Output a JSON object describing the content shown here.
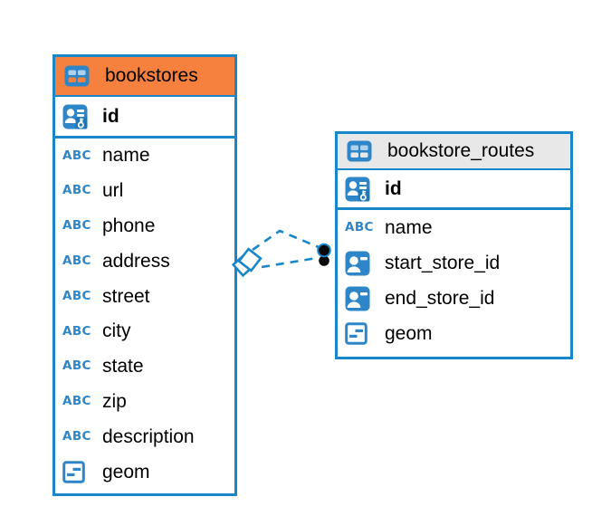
{
  "colors": {
    "accent_blue": "#1787C9",
    "icon_blue": "#2E86C8",
    "orange_header": "#F6813E",
    "gray_header": "#E8E8E8",
    "background": "#FFFFFF",
    "text": "#000000",
    "dot_black": "#0A0A0A"
  },
  "tables": [
    {
      "id": "bookstores",
      "title": "bookstores",
      "header_color": "#F6813E",
      "columns": [
        {
          "label": "id",
          "icon": "primary-key",
          "bold": true
        },
        {
          "label": "name",
          "icon": "text"
        },
        {
          "label": "url",
          "icon": "text"
        },
        {
          "label": "phone",
          "icon": "text"
        },
        {
          "label": "address",
          "icon": "text"
        },
        {
          "label": "street",
          "icon": "text"
        },
        {
          "label": "city",
          "icon": "text"
        },
        {
          "label": "state",
          "icon": "text"
        },
        {
          "label": "zip",
          "icon": "text"
        },
        {
          "label": "description",
          "icon": "text"
        },
        {
          "label": "geom",
          "icon": "geometry"
        }
      ]
    },
    {
      "id": "bookstore_routes",
      "title": "bookstore_routes",
      "header_color": "#E8E8E8",
      "columns": [
        {
          "label": "id",
          "icon": "primary-key",
          "bold": true
        },
        {
          "label": "name",
          "icon": "text"
        },
        {
          "label": "start_store_id",
          "icon": "foreign-key"
        },
        {
          "label": "end_store_id",
          "icon": "foreign-key"
        },
        {
          "label": "geom",
          "icon": "geometry"
        }
      ]
    }
  ],
  "relationships": [
    {
      "from_table": "bookstores",
      "to_table": "bookstore_routes",
      "style": "dashed"
    },
    {
      "from_table": "bookstores",
      "to_table": "bookstore_routes",
      "style": "dashed"
    }
  ]
}
